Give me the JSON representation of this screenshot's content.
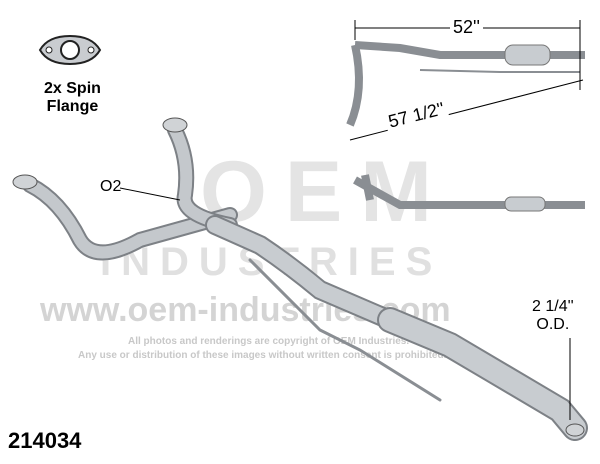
{
  "flange_label": {
    "line1": "2x Spin",
    "line2": "Flange"
  },
  "o2_label": "O2",
  "dim_length_top": "52''",
  "dim_length_diag": "57 1/2''",
  "dim_diameter": {
    "line1": "2 1/4''",
    "line2": "O.D."
  },
  "part_number": "214034",
  "watermark": {
    "logo_top": "OEM",
    "logo_bottom": "INDUSTRIES",
    "url": "www.oem-industries.com",
    "copyright_line1": "All photos and renderings are copyright of OEM Industries.",
    "copyright_line2": "Any use or distribution of these images without written consent is prohibited."
  },
  "colors": {
    "pipe": "#b8bcc0",
    "pipe_dark": "#7d8186",
    "watermark": "#d4d4d4"
  }
}
